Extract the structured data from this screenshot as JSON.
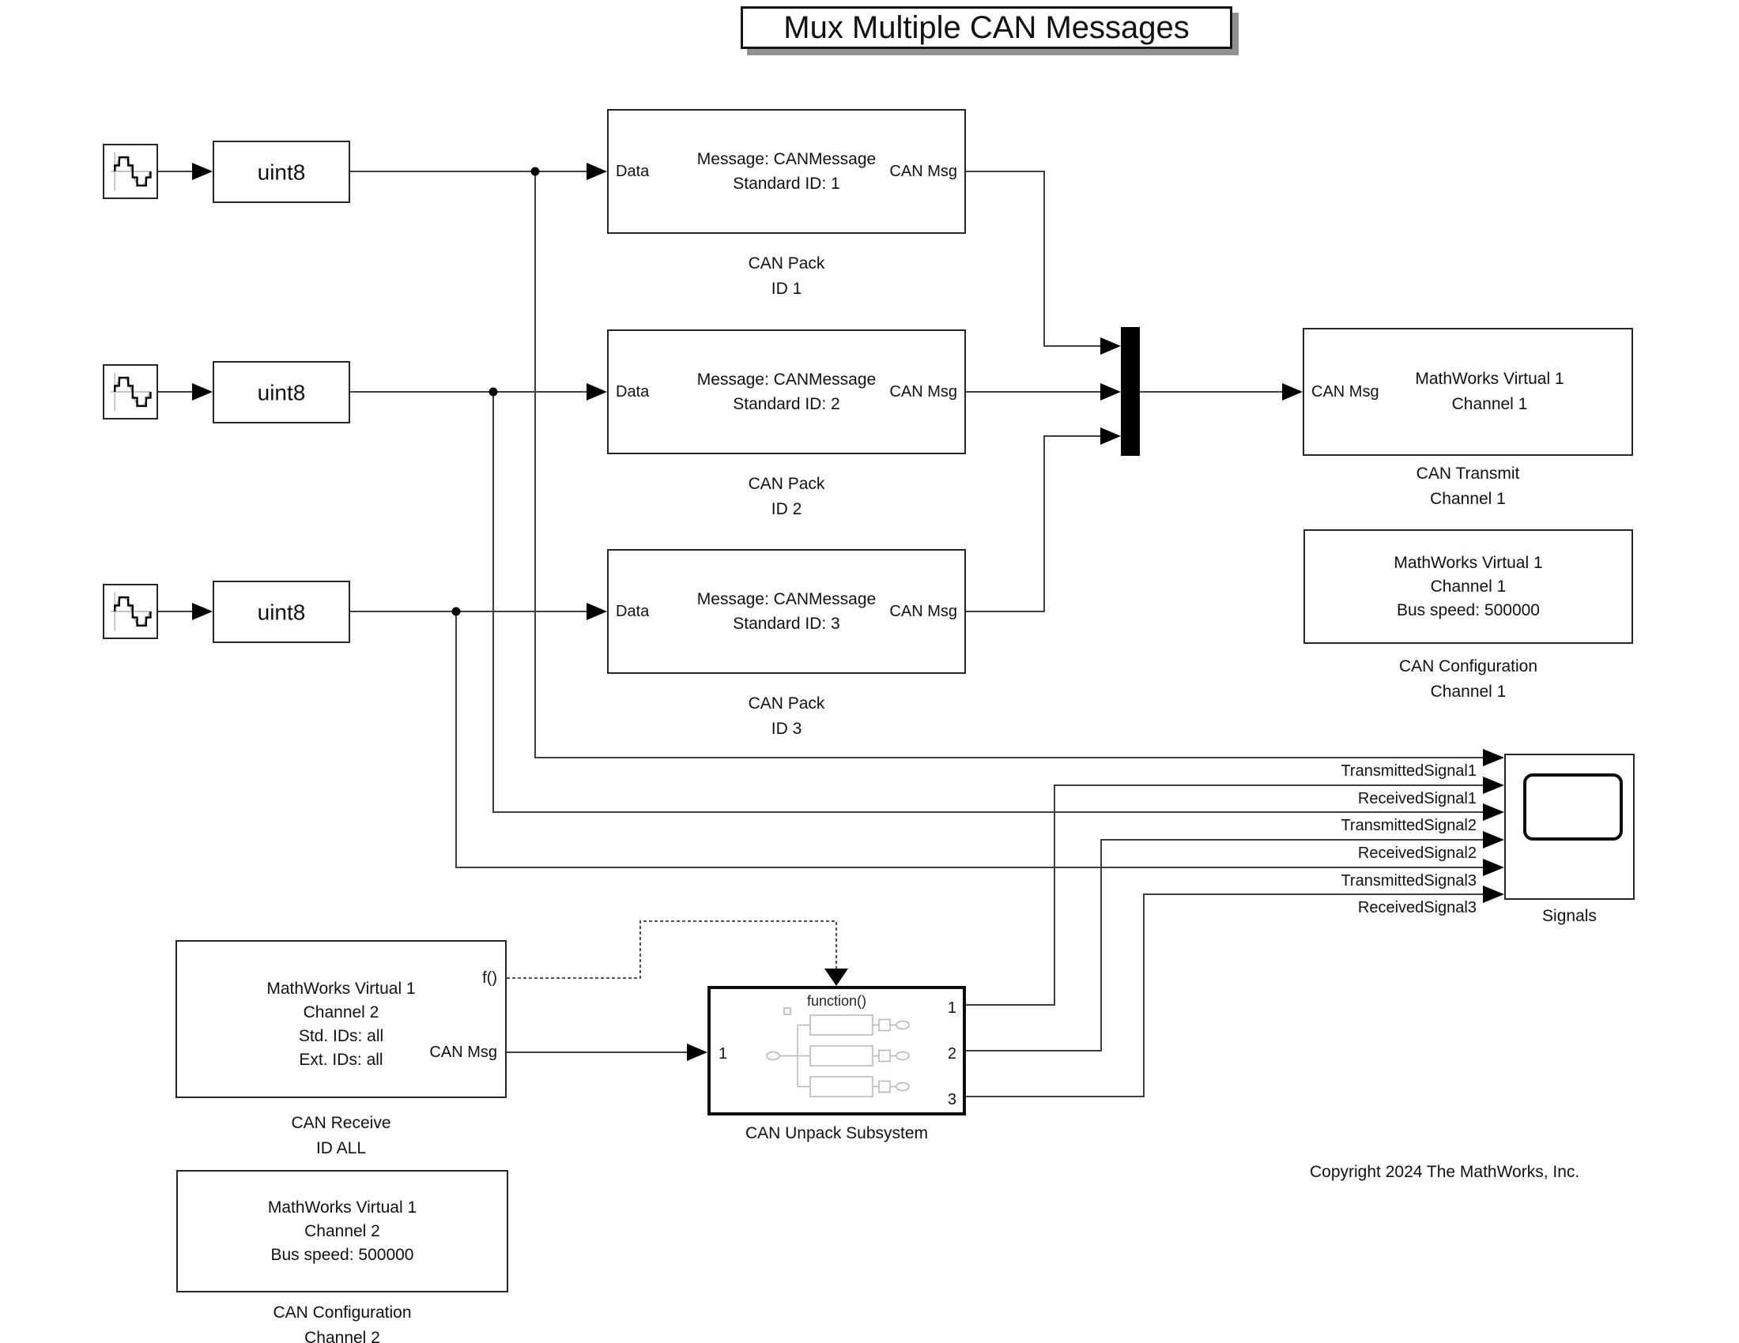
{
  "title": "Mux Multiple CAN Messages",
  "colors": {
    "background": "#ffffff",
    "block_border": "#262626",
    "wire": "#3f3f3f",
    "mux_fill": "#000000",
    "thumbnail_gray": "#b5b5b5",
    "title_shadow": "#909090"
  },
  "icons": {
    "source": "stepped-sine-wave-icon",
    "scope": "scope-screen-icon",
    "mux": "mux-bar",
    "trigger": "function-call-trigger-arrow"
  },
  "pack_rows": [
    {
      "converter": "uint8",
      "port_in": "Data",
      "port_out": "CAN Msg",
      "msg_line1": "Message: CANMessage",
      "msg_line2": "Standard ID: 1",
      "caption_line1": "CAN Pack",
      "caption_line2": "ID 1"
    },
    {
      "converter": "uint8",
      "port_in": "Data",
      "port_out": "CAN Msg",
      "msg_line1": "Message: CANMessage",
      "msg_line2": "Standard ID: 2",
      "caption_line1": "CAN Pack",
      "caption_line2": "ID 2"
    },
    {
      "converter": "uint8",
      "port_in": "Data",
      "port_out": "CAN Msg",
      "msg_line1": "Message: CANMessage",
      "msg_line2": "Standard ID: 3",
      "caption_line1": "CAN Pack",
      "caption_line2": "ID 3"
    }
  ],
  "transmit": {
    "port_in": "CAN Msg",
    "body_line1": "MathWorks Virtual 1",
    "body_line2": "Channel 1",
    "caption_line1": "CAN Transmit",
    "caption_line2": "Channel 1"
  },
  "config_channel1": {
    "body_line1": "MathWorks Virtual 1",
    "body_line2": "Channel 1",
    "body_line3": "Bus speed: 500000",
    "caption_line1": "CAN Configuration",
    "caption_line2": "Channel 1"
  },
  "scope": {
    "caption": "Signals",
    "signal_labels": [
      "TransmittedSignal1",
      "ReceivedSignal1",
      "TransmittedSignal2",
      "ReceivedSignal2",
      "TransmittedSignal3",
      "ReceivedSignal3"
    ]
  },
  "receive": {
    "body_line1": "MathWorks Virtual 1",
    "body_line2": "Channel 2",
    "body_line3": "Std. IDs: all",
    "body_line4": "Ext. IDs: all",
    "port_trigger": "f()",
    "port_out": "CAN Msg",
    "caption_line1": "CAN Receive",
    "caption_line2": "ID ALL"
  },
  "unpack_subsystem": {
    "header": "function()",
    "port_in": "1",
    "ports_out": [
      "1",
      "2",
      "3"
    ],
    "caption": "CAN Unpack Subsystem"
  },
  "config_channel2": {
    "body_line1": "MathWorks Virtual 1",
    "body_line2": "Channel 2",
    "body_line3": "Bus speed: 500000",
    "caption_line1": "CAN Configuration",
    "caption_line2": "Channel 2"
  },
  "copyright": "Copyright 2024 The MathWorks, Inc."
}
